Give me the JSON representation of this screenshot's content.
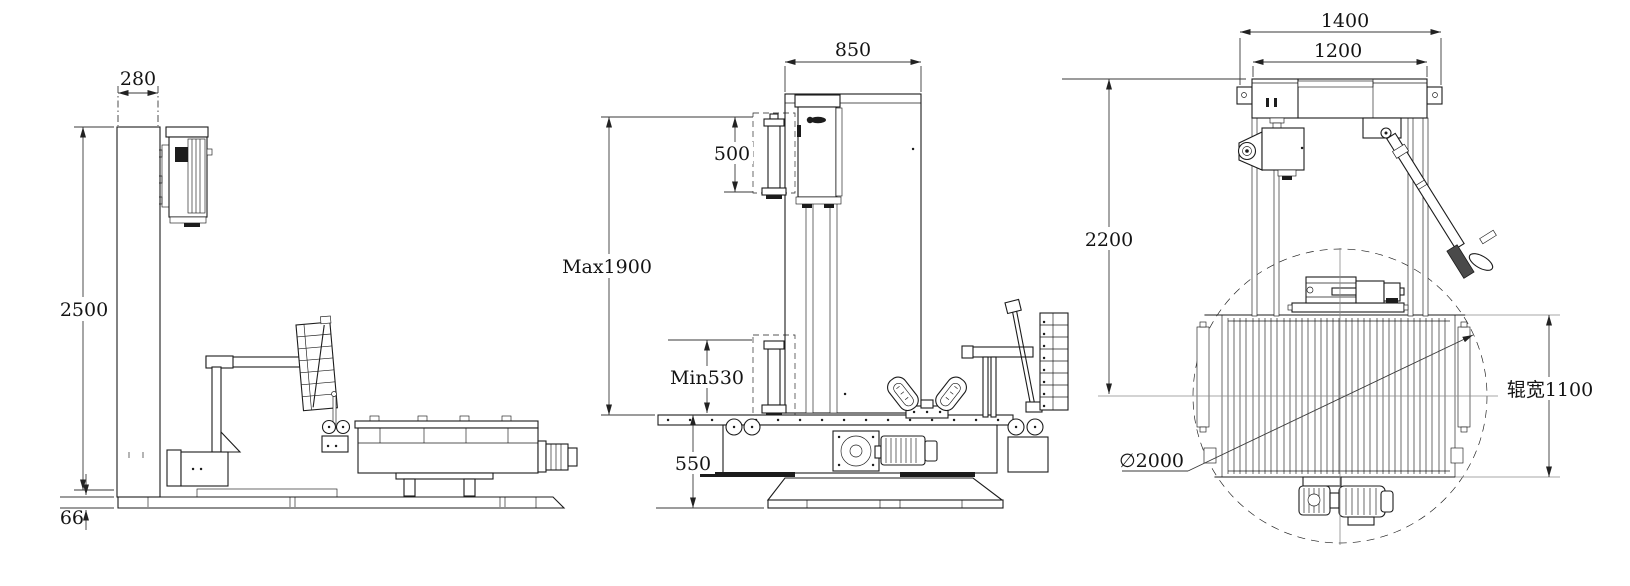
{
  "drawing": {
    "colors": {
      "line": "#1c1c1c",
      "dimension_line": "#3a3a3a",
      "centerline": "#8a8a8a",
      "background": "#ffffff"
    },
    "views": {
      "side": {
        "dims": {
          "mast_width": "280",
          "overall_height": "2500",
          "base_height": "66"
        }
      },
      "front": {
        "dims": {
          "top_width": "850",
          "film_roll_length": "500",
          "max_wrap_height": "Max1900",
          "min_wrap_height": "Min530",
          "table_height": "550"
        }
      },
      "plan": {
        "dims": {
          "top_beam_outer": "1400",
          "top_beam_inner": "1200",
          "frame_height": "2200",
          "roller_width": "辊宽1100",
          "turntable_diameter": "∅2000"
        }
      }
    }
  }
}
